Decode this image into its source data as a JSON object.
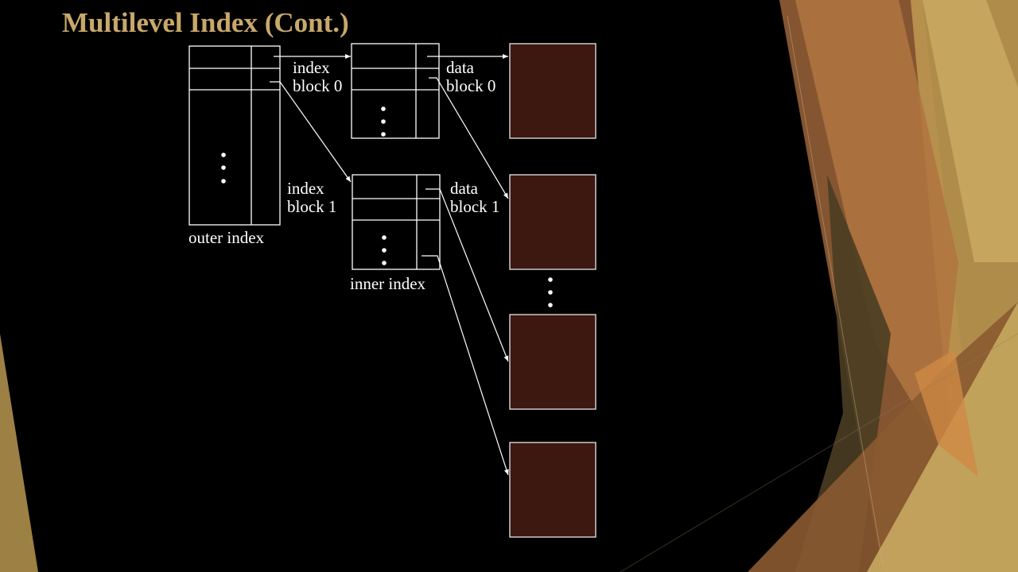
{
  "slide": {
    "title": "Multilevel Index (Cont.)"
  },
  "diagram": {
    "outer_index_label": "outer index",
    "inner_index_label": "inner index",
    "index_block_0": [
      "index",
      "block 0"
    ],
    "index_block_1": [
      "index",
      "block 1"
    ],
    "data_block_0": [
      "data",
      "block 0"
    ],
    "data_block_1": [
      "data",
      "block 1"
    ]
  },
  "colors": {
    "background": "#000000",
    "title": "#c9a86b",
    "line": "#ffffff",
    "data_block_fill": "#3c1810",
    "accent_gold": "#c4a55e",
    "accent_brown": "#9a6a3f",
    "accent_orange": "#d08a45"
  }
}
